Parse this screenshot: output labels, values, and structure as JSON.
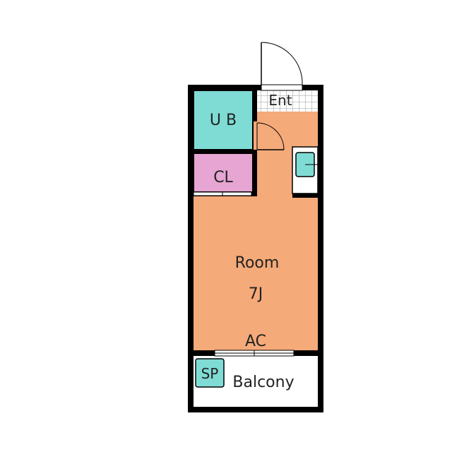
{
  "labels": {
    "entrance": "Ent",
    "unit_bath": "U B",
    "closet": "CL",
    "room": "Room",
    "room_size": "7J",
    "air_conditioner": "AC",
    "storage_pan": "SP",
    "balcony": "Balcony"
  },
  "colors": {
    "room": "#f5aa79",
    "unit_bath": "#7fdcd5",
    "closet": "#e6a5d3",
    "kitchen_sink": "#7fdcd5",
    "wall": "#000000",
    "balcony": "#ffffff",
    "entrance_floor": "#ffffff",
    "tile_grid": "#999999"
  },
  "icons": {
    "door": "door-swing-icon",
    "sink": "kitchen-sink-icon",
    "window": "sliding-window-icon"
  }
}
